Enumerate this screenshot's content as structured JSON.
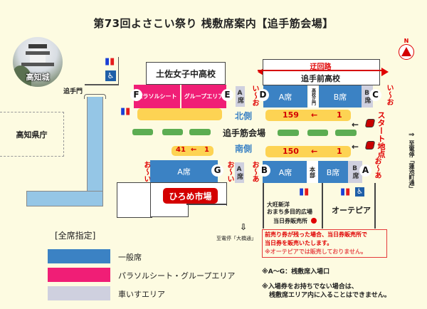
{
  "title": "第73回よさこい祭り 桟敷席案内【追手筋会場】",
  "landmarks": {
    "castle": "高知城",
    "gate": "追手門",
    "prefectural_office": "高知県庁",
    "north_school": "土佐女子中高校",
    "detour": "迂回路",
    "east_school": "追手前高校",
    "venue": "追手筋会場",
    "north_side": "北側",
    "south_side": "南側",
    "hirome": "ひろめ市場",
    "plaza": "大旺新洋\nおまち多目的広場",
    "plaza_line1": "大旺新洋",
    "plaza_line2": "おまち多目的広場",
    "otepia": "オーテピア",
    "ticket_booth": "当日券販売所",
    "school_gate": "高校正門",
    "hq": "本部",
    "start_point": "スタート地点",
    "station_south": "至電停「大橋通」",
    "station_east": "至電停「蓮池町通」",
    "north_mark": "N"
  },
  "seats": {
    "parasol": "パラソルシート",
    "group": "グループエリア",
    "a_seat": "A席",
    "b_seat": "B席",
    "a_small": "A席",
    "b_small": "B席"
  },
  "entrances": [
    "A",
    "B",
    "C",
    "D",
    "E",
    "F",
    "G"
  ],
  "row_labels": {
    "north_right": {
      "from": "159",
      "arrow": "←",
      "to": "1"
    },
    "south_right": {
      "from": "150",
      "arrow": "←",
      "to": "1"
    },
    "south_left": {
      "from": "41",
      "arrow": "←",
      "to": "1"
    }
  },
  "range_labels": {
    "i_o": "い〜お",
    "o_i": "お〜い",
    "o_a": "お〜あ"
  },
  "legend": {
    "title": "[全席指定]",
    "items": [
      {
        "label": "一般席",
        "color": "#3b82c4"
      },
      {
        "label": "パラソルシート・グループエリア",
        "color": "#f01e76"
      },
      {
        "label": "車いすエリア",
        "color": "#cfd0df"
      }
    ]
  },
  "notice": {
    "line1": "前売り券が残った場合、当日券販売所で",
    "line2": "当日券を販売いたします。",
    "line3": "※オーテピアでは販売しておりません。"
  },
  "notes": {
    "entrance_note": "※A〜G：桟敷席入場口",
    "ticket_note_1": "※入場券をお持ちでない場合は、",
    "ticket_note_2": "桟敷席エリア内に入ることはできません。"
  },
  "icons": {
    "arrow_down": "⇩",
    "arrow_right": "⇒"
  },
  "colors": {
    "background": "#fdfbe1",
    "general_seat": "#3b82c4",
    "parasol_group": "#f01e76",
    "wheelchair": "#cfd0df",
    "row_number": "#fdd353",
    "median": "#5cad52",
    "alert_red": "#e00000"
  }
}
